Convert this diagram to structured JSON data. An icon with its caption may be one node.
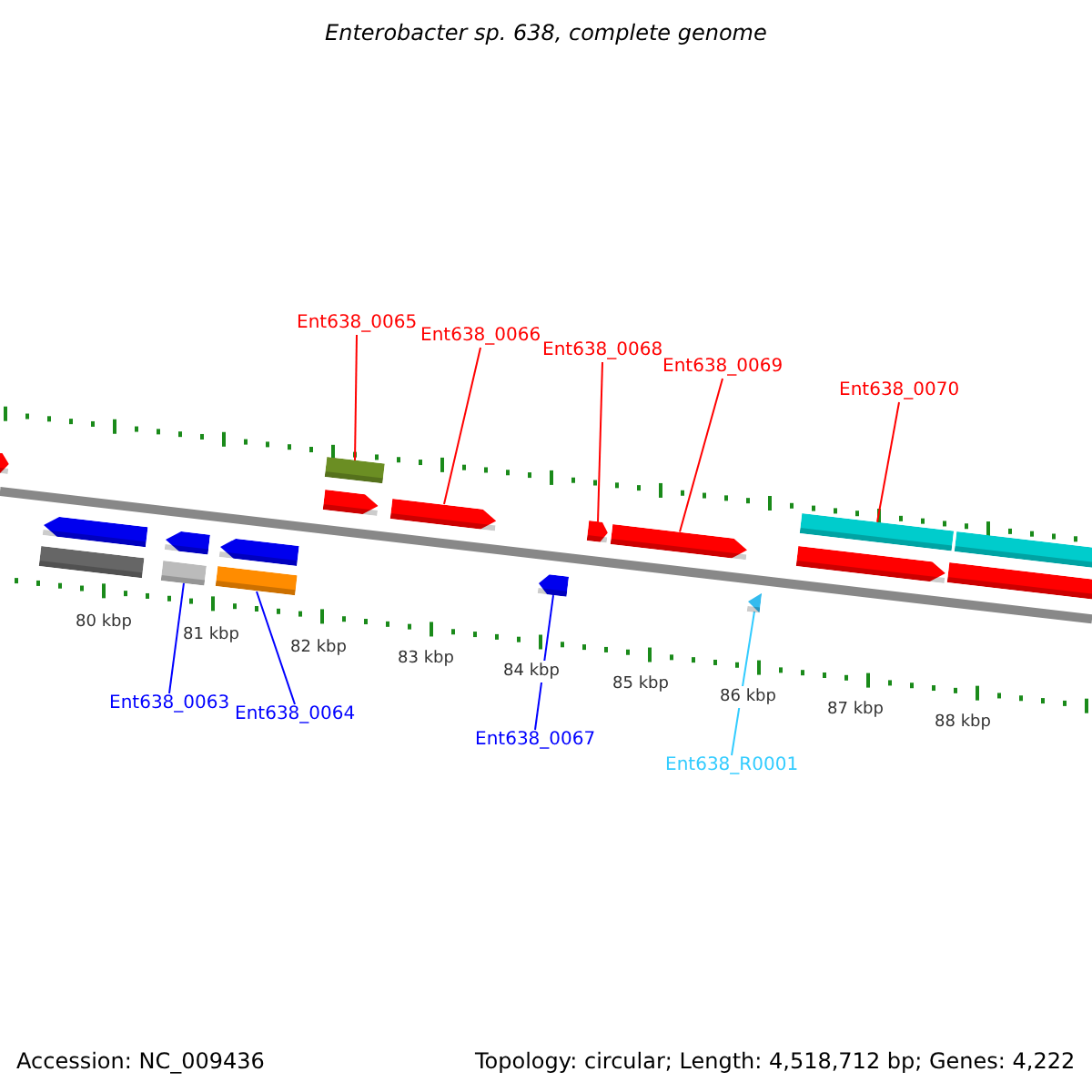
{
  "diagram": {
    "title": "Enterobacter sp. 638, complete genome",
    "nodes": [
      {
        "text": [
          "Ent638_0065"
        ]
      },
      {
        "text": [
          "Ent638_0066"
        ]
      },
      {
        "text": [
          "Ent638_0068"
        ]
      },
      {
        "text": [
          "Ent638_0069"
        ]
      },
      {
        "text": [
          "Ent638_0070"
        ]
      },
      {
        "text": [
          "Ent638_0063"
        ]
      },
      {
        "text": [
          "Ent638_0064"
        ]
      },
      {
        "text": [
          "Ent638_0067"
        ]
      },
      {
        "text": [
          "Ent638_R0001"
        ]
      },
      {
        "text": [],
        "shape": "bar"
      },
      {
        "text": [],
        "shape": "bar"
      },
      {
        "text": [],
        "shape": "bar"
      },
      {
        "text": [],
        "shape": "arrow"
      },
      {
        "text": [],
        "shape": "arrow"
      },
      {
        "text": [],
        "shape": "arrow"
      },
      {
        "text": [],
        "shape": "arrow"
      },
      {
        "text": [],
        "shape": "arrow"
      },
      {
        "text": [],
        "shape": "arrow"
      },
      {
        "text": [],
        "shape": "arrow"
      },
      {
        "text": [],
        "shape": "arrow"
      },
      {
        "text": [],
        "shape": "arrow"
      },
      {
        "text": [],
        "shape": "arrow"
      },
      {
        "text": [],
        "shape": "arrow"
      },
      {
        "text": [],
        "shape": "triangle"
      },
      {
        "text": [],
        "shape": "bar"
      },
      {
        "text": [],
        "shape": "bar"
      },
      {
        "text": [],
        "shape": "bar"
      }
    ],
    "edges": [
      {
        "from": 0,
        "to": 9,
        "arrow": "none"
      },
      {
        "from": 1,
        "to": 14,
        "arrow": "none"
      },
      {
        "from": 2,
        "to": 15,
        "arrow": "none"
      },
      {
        "from": 3,
        "to": 16,
        "arrow": "none"
      },
      {
        "from": 4,
        "to": 10,
        "arrow": "none"
      },
      {
        "from": 5,
        "to": 25,
        "arrow": "none",
        "color": "#0000ff"
      },
      {
        "from": 6,
        "to": 26,
        "arrow": "none",
        "color": "#0000ff"
      },
      {
        "from": 7,
        "to": 22,
        "arrow": "none",
        "color": "#0000ff"
      },
      {
        "from": 8,
        "to": 23,
        "arrow": "none",
        "color": "#33ccff"
      }
    ],
    "labels": [
      "80 kbp",
      "81 kbp",
      "82 kbp",
      "83 kbp",
      "84 kbp",
      "85 kbp",
      "86 kbp",
      "87 kbp",
      "88 kbp",
      "Accession: NC_009436",
      "Topology: circular; Length: 4,518,712 bp; Genes: 4,222"
    ]
  }
}
